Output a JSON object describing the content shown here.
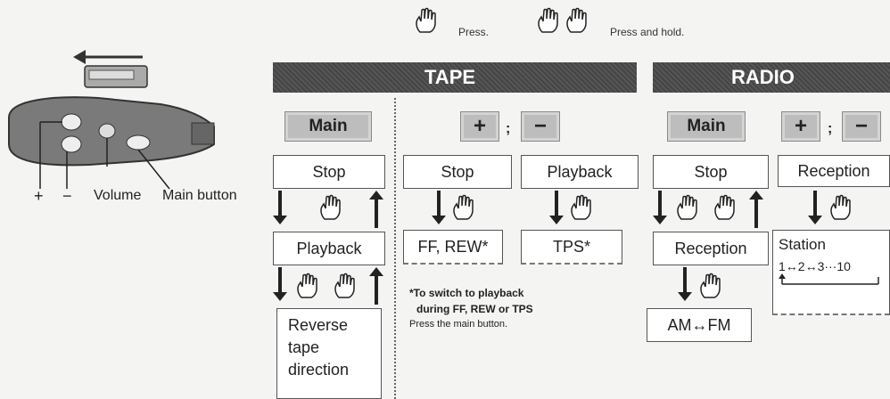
{
  "legend": {
    "press_label": "Press.",
    "press_hold_label": "Press and hold."
  },
  "device": {
    "plus_label": "+",
    "minus_label": "−",
    "volume_label": "Volume",
    "main_button_label": "Main button"
  },
  "tape": {
    "header": "TAPE",
    "main_button": "Main",
    "plus_key": "+",
    "minus_key": "−",
    "separator": ";",
    "stop_box": "Stop",
    "playback_box": "Playback",
    "reverse_box_lines": [
      "Reverse",
      "tape",
      "direction"
    ],
    "stop_box_2": "Stop",
    "ff_rew_box": "FF, REW*",
    "playback_box_2": "Playback",
    "tps_box": "TPS*",
    "note_line1": "*To switch to playback",
    "note_line2": "during FF, REW or TPS",
    "note_line3": "Press the main button."
  },
  "radio": {
    "header": "RADIO",
    "main_button": "Main",
    "plus_key": "+",
    "minus_key": "−",
    "separator": ";",
    "stop_box": "Stop",
    "reception_box": "Reception",
    "am_fm_box": "AM↔FM",
    "reception_box_2": "Reception",
    "station_title": "Station",
    "station_sequence": "1↔2↔3···10"
  },
  "colors": {
    "header_bg": "#4b4b4b",
    "button_bg": "#bdbdbd"
  }
}
